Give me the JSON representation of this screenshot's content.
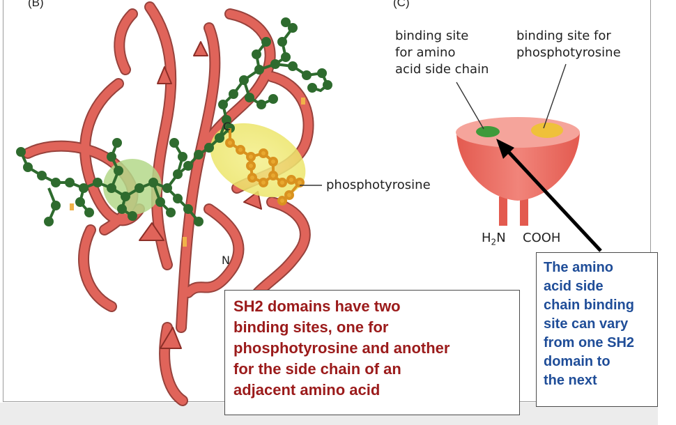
{
  "figure": {
    "panel_b_label": "(B)",
    "panel_c_label": "(C)",
    "terminus_c": "C",
    "terminus_n": "N",
    "phosphotyrosine_label": "phosphotyrosine",
    "site_amino_label": "binding site\nfor amino\nacid side chain",
    "site_ptyr_label": "binding site for\nphosphotyrosine",
    "h2n_label": "H",
    "h2n_sub": "2",
    "h2n_suffix": "N",
    "cooh_label": "COOH"
  },
  "notes": {
    "red_box": "SH2 domains have two\nbinding sites, one for\nphosphotyrosine and another\nfor the side chain of an\nadjacent amino acid",
    "blue_box": "The amino\nacid side\nchain binding\nsite can vary\nfrom one SH2\ndomain to\nthe next"
  },
  "colors": {
    "ribbon": "#e0645a",
    "peptide": "#2e6b2e",
    "phosphotyrosine": "#e8a830",
    "green_site": "#a9cf7a",
    "yellow_site": "#f1ec7e",
    "red_text": "#9b1b1b",
    "blue_text": "#1f4d98"
  }
}
